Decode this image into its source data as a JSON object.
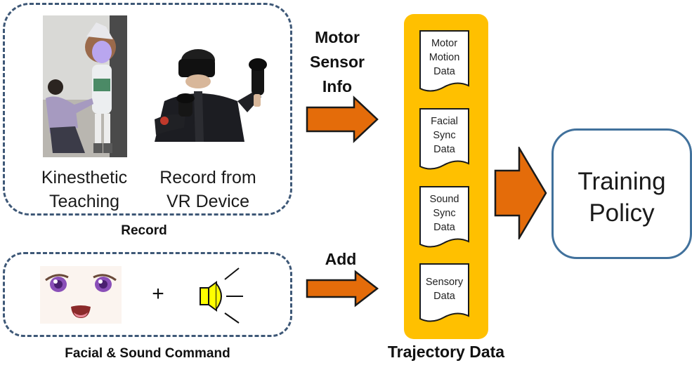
{
  "record_group": {
    "caption_left": [
      "Kinesthetic",
      "Teaching"
    ],
    "caption_right": [
      "Record from",
      "VR Device"
    ],
    "label": "Record"
  },
  "command_group": {
    "plus": "+",
    "label": "Facial & Sound Command"
  },
  "arrows": {
    "top_label": [
      "Motor",
      "Sensor",
      "Info"
    ],
    "bottom_label": "Add"
  },
  "trajectory": {
    "label": "Trajectory Data",
    "docs": [
      [
        "Motor",
        "Motion",
        "Data"
      ],
      [
        "Facial",
        "Sync",
        "Data"
      ],
      [
        "Sound",
        "Sync",
        "Data"
      ],
      [
        "Sensory",
        "Data"
      ]
    ]
  },
  "output": {
    "label": [
      "Training",
      "Policy"
    ]
  },
  "colors": {
    "dashed_border": "#3e5877",
    "arrow_fill": "#e46c0a",
    "arrow_stroke": "#1a1a1a",
    "trajectory_bg": "#ffc000",
    "policy_border": "#41719c",
    "speaker_fill": "#ffff00"
  }
}
